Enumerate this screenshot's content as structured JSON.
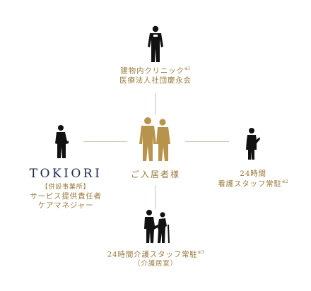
{
  "colors": {
    "gold": "#9a7a3d",
    "navy": "#1e2a4a",
    "figure_black": "#111111",
    "figure_gold": "#b8934c",
    "line": "#cfc3ae"
  },
  "icons": {
    "doctor": "doctor-figure-icon",
    "care_manager": "care-manager-figure-icon",
    "residents": "residents-couple-icon",
    "nurse": "nurse-figure-icon",
    "caregiver": "caregiver-with-elder-icon"
  },
  "clinic": {
    "line1": "建物内クリニック",
    "note1": "※1",
    "line2": "医療法人社団慶永会"
  },
  "center": {
    "label": "ご入居者様"
  },
  "left": {
    "logo": "TOKIORI",
    "line1": "【併設事業所】",
    "line2": "サービス提供責任者",
    "line3": "ケアマネジャー"
  },
  "right": {
    "line1": "24時間",
    "line2": "看護スタッフ常駐",
    "note2": "※2"
  },
  "bottom": {
    "line1": "24時間介護スタッフ常駐",
    "note3": "※3",
    "line2": "（介護居室）"
  }
}
